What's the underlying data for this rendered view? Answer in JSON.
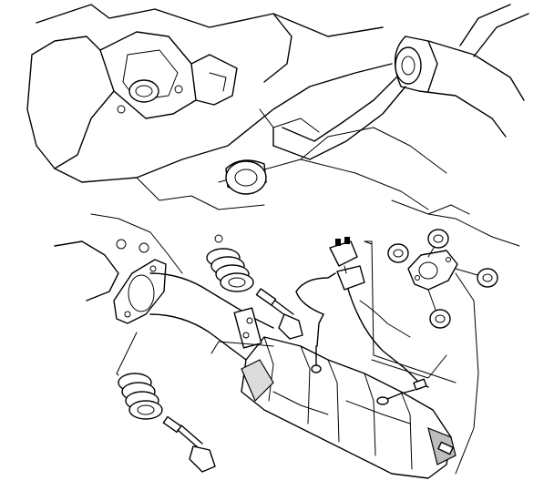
{
  "diagram": {
    "kind": "exploded parts illustration",
    "labels": []
  },
  "parts": [
    {
      "name": "engine-block-outline"
    },
    {
      "name": "crossmember-pipe"
    },
    {
      "name": "front-exhaust-pipe"
    },
    {
      "name": "exhaust-flange"
    },
    {
      "name": "catalytic-converter"
    },
    {
      "name": "oxygen-sensor-harness"
    },
    {
      "name": "harness-connector"
    },
    {
      "name": "spring-upper"
    },
    {
      "name": "spring-lower"
    },
    {
      "name": "bolt-upper"
    },
    {
      "name": "bolt-lower"
    },
    {
      "name": "bracket-with-nuts"
    },
    {
      "name": "rubber-mount"
    }
  ]
}
